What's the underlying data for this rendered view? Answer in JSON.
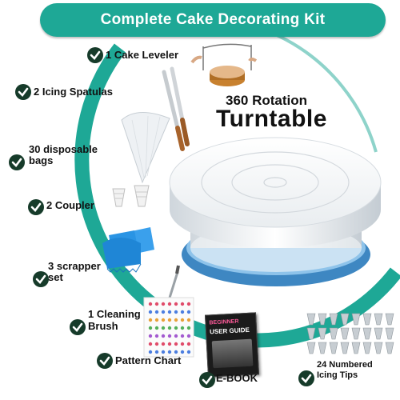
{
  "banner": {
    "title": "Complete Cake Decorating Kit"
  },
  "turntable": {
    "line1": "360 Rotation",
    "line2": "Turntable"
  },
  "items": {
    "leveler": "1 Cake Leveler",
    "spatulas": "2 Icing Spatulas",
    "bags_1": "30 disposable",
    "bags_2": "bags",
    "coupler": "2 Coupler",
    "scrapper_1": "3 scrapper",
    "scrapper_2": "set",
    "brush_1": "1 Cleaning",
    "brush_2": "Brush",
    "pattern": "Pattern Chart",
    "ebook": "E-BOOK",
    "tips_1": "24 Numbered",
    "tips_2": "Icing Tips"
  },
  "ebook_cover": {
    "title_1": "BEGINNER",
    "title_2": "USER GUIDE"
  },
  "colors": {
    "teal": "#1ea896",
    "check_green": "#163b2a",
    "scraper_blue": "#2a9be8",
    "turntable_blue": "#4a90c8"
  }
}
